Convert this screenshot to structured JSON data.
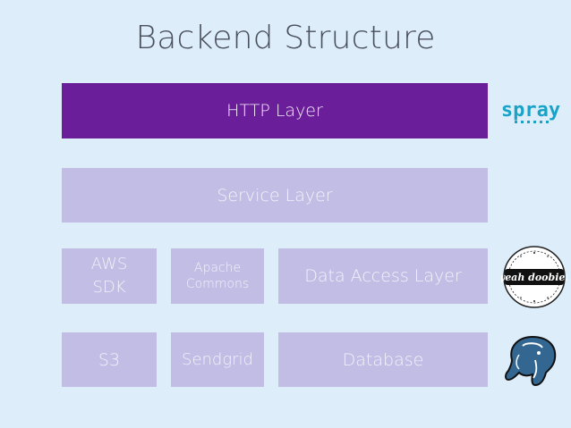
{
  "title": "Backend Structure",
  "layers": {
    "http": "HTTP Layer",
    "service": "Service Layer",
    "aws": "AWS\nSDK",
    "apache": "Apache\nCommons",
    "data_access": "Data Access Layer",
    "s3": "S3",
    "sendgrid": "Sendgrid",
    "database": "Database"
  },
  "logos": {
    "spray": "spray",
    "yeah_doobie": "yeah doobie!"
  },
  "colors": {
    "background": "#ddeefa",
    "http_layer": "#6a1e99",
    "layer": "#c2bde4",
    "spray_logo": "#1aa3c6"
  }
}
